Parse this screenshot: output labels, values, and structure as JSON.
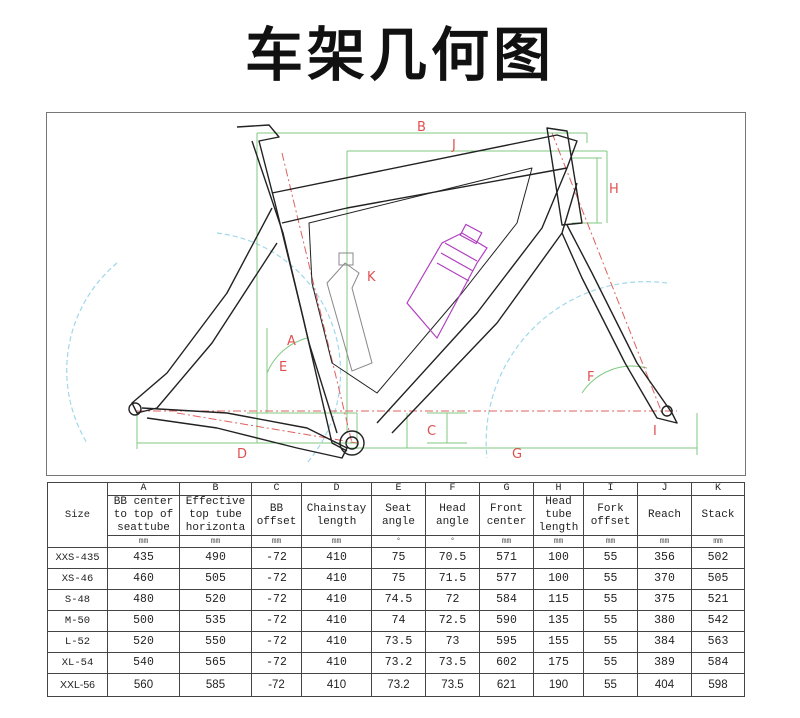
{
  "title": "车架几何图",
  "diagram": {
    "dimension_letters": {
      "A": "A",
      "B": "B",
      "C": "C",
      "D": "D",
      "E": "E",
      "F": "F",
      "G": "G",
      "H": "H",
      "I": "I",
      "J": "J",
      "K": "K"
    }
  },
  "table": {
    "size_header": "Size",
    "columns": [
      {
        "letter": "A",
        "name": "BB center to top of seattube",
        "unit": "mm"
      },
      {
        "letter": "B",
        "name": "Effective top tube horizonta",
        "unit": "mm"
      },
      {
        "letter": "C",
        "name": "BB offset",
        "unit": "mm"
      },
      {
        "letter": "D",
        "name": "Chainstay length",
        "unit": "mm"
      },
      {
        "letter": "E",
        "name": "Seat angle",
        "unit": "°"
      },
      {
        "letter": "F",
        "name": "Head angle",
        "unit": "°"
      },
      {
        "letter": "G",
        "name": "Front center",
        "unit": "mm"
      },
      {
        "letter": "H",
        "name": "Head tube length",
        "unit": "mm"
      },
      {
        "letter": "I",
        "name": "Fork offset",
        "unit": "mm"
      },
      {
        "letter": "J",
        "name": "Reach",
        "unit": "mm"
      },
      {
        "letter": "K",
        "name": "Stack",
        "unit": "mm"
      }
    ],
    "rows": [
      {
        "size": "XXS-435",
        "values": [
          "435",
          "490",
          "-72",
          "410",
          "75",
          "70.5",
          "571",
          "100",
          "55",
          "356",
          "502"
        ]
      },
      {
        "size": "XS-46",
        "values": [
          "460",
          "505",
          "-72",
          "410",
          "75",
          "71.5",
          "577",
          "100",
          "55",
          "370",
          "505"
        ]
      },
      {
        "size": "S-48",
        "values": [
          "480",
          "520",
          "-72",
          "410",
          "74.5",
          "72",
          "584",
          "115",
          "55",
          "375",
          "521"
        ]
      },
      {
        "size": "M-50",
        "values": [
          "500",
          "535",
          "-72",
          "410",
          "74",
          "72.5",
          "590",
          "135",
          "55",
          "380",
          "542"
        ]
      },
      {
        "size": "L-52",
        "values": [
          "520",
          "550",
          "-72",
          "410",
          "73.5",
          "73",
          "595",
          "155",
          "55",
          "384",
          "563"
        ]
      },
      {
        "size": "XL-54",
        "values": [
          "540",
          "565",
          "-72",
          "410",
          "73.2",
          "73.5",
          "602",
          "175",
          "55",
          "389",
          "584"
        ]
      },
      {
        "size": "XXL-56",
        "values": [
          "560",
          "585",
          "-72",
          "410",
          "73.2",
          "73.5",
          "621",
          "190",
          "55",
          "404",
          "598"
        ]
      }
    ]
  },
  "colors": {
    "frame_line": "#222222",
    "dimension_green": "#7fc97f",
    "dimension_red": "#e06060",
    "wheel_arc": "#9fd8ea",
    "bottle": "#b040c0",
    "table_border": "#444444"
  }
}
